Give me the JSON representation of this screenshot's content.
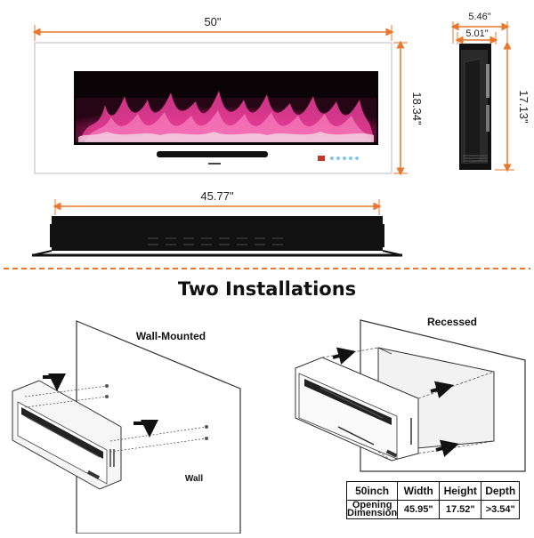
{
  "dimensions": {
    "front_width": "50\"",
    "front_height": "18.34\"",
    "side_depth_outer": "5.46\"",
    "side_depth_inner": "5.01\"",
    "side_height": "17.13\"",
    "top_width": "45.77\""
  },
  "section_title": "Two Installations",
  "installations": {
    "wall_mounted_label": "Wall-Mounted",
    "wall_label": "Wall",
    "recessed_label": "Recessed"
  },
  "spec_table": {
    "headers": [
      "50inch",
      "Width",
      "Height",
      "Depth"
    ],
    "row_label": "Opening Dimension",
    "values": [
      "45.95\"",
      "17.52\"",
      ">3.54\""
    ]
  },
  "colors": {
    "dimension_line": "#e8762c",
    "divider": "#e8762c",
    "flame": "#d6338a",
    "frame": "#111111"
  }
}
